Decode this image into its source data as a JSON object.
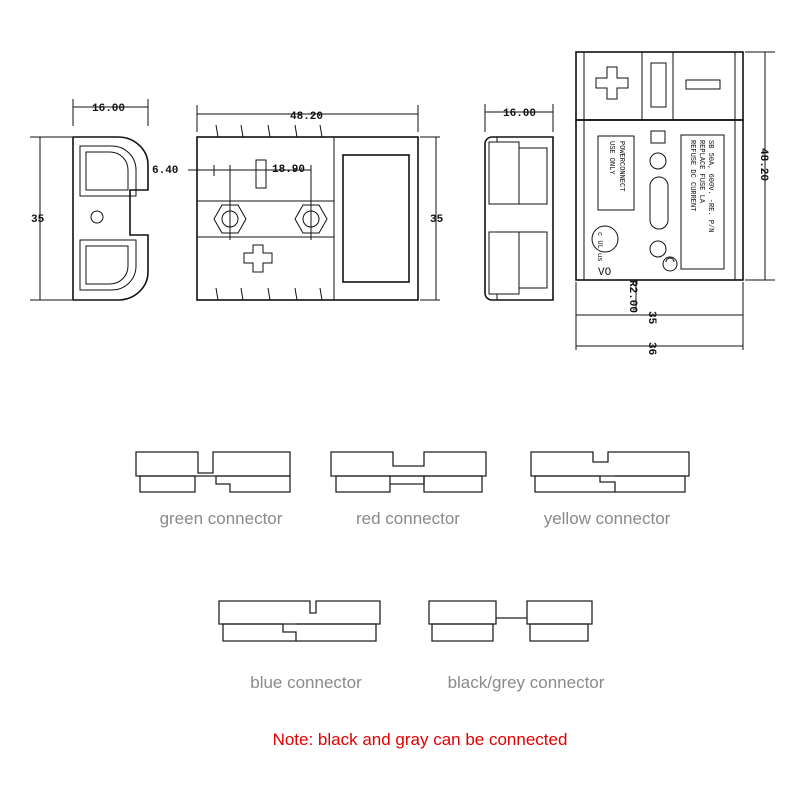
{
  "dimensions": {
    "side_width": "16.00",
    "side_height": "35",
    "front_width": "48.20",
    "front_hole_offset": "6.40",
    "front_hole_pitch": "18.90",
    "front_height": "35",
    "back_width": "16.00",
    "end_height": "48.20",
    "end_width_inner": "35",
    "end_width_outer": "36",
    "end_radius": "R2.00"
  },
  "label_text": {
    "line1": "SB 50A, 600V. -RE. P/N",
    "line2": "REPLACE FUSE LA",
    "line3": "REFUSE DC CURRENT",
    "brand1": "POWERCONNECT",
    "brand2": "USE ONLY",
    "vo_mark": "VO",
    "ul_mark": "c UL us"
  },
  "connectors": [
    {
      "caption": "green connector"
    },
    {
      "caption": "red connector"
    },
    {
      "caption": "yellow connector"
    },
    {
      "caption": "blue connector"
    },
    {
      "caption": "black/grey connector"
    }
  ],
  "note": "Note: black and gray can be connected"
}
